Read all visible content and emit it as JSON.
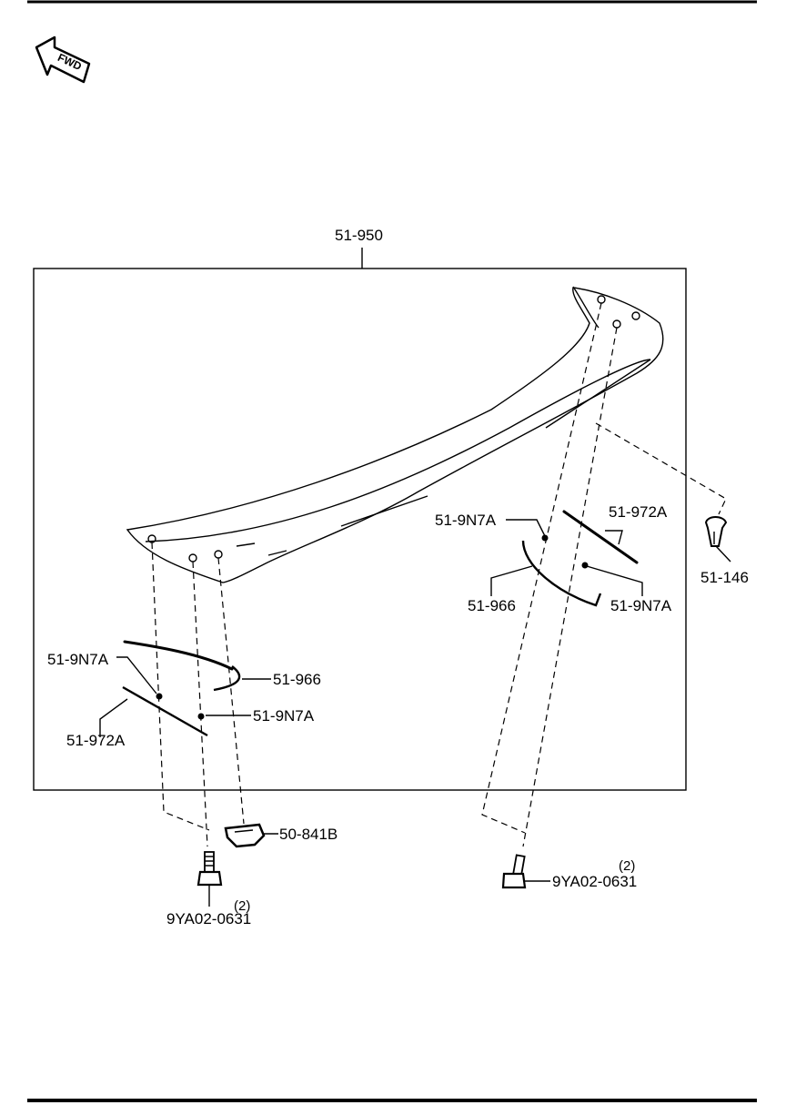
{
  "diagram": {
    "fwd_label": "FWD",
    "parts": {
      "spoiler": "51-950",
      "retainer_right_top": "51-9N7A",
      "pad_right": "51-972A",
      "seal_right": "51-966",
      "retainer_right_bottom": "51-9N7A",
      "clip": "51-146",
      "retainer_left_top": "51-9N7A",
      "seal_left": "51-966",
      "retainer_left_bottom": "51-9N7A",
      "pad_left": "51-972A",
      "nut": "50-841B",
      "bolt_right": "9YA02-0631",
      "bolt_right_qty": "(2)",
      "bolt_left": "9YA02-0631",
      "bolt_left_qty": "(2)"
    }
  }
}
